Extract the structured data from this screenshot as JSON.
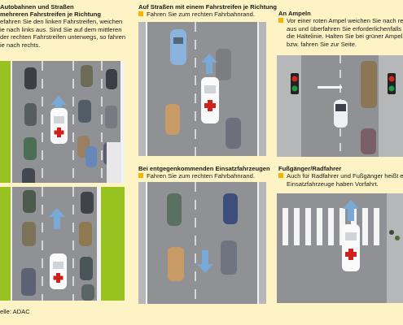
{
  "col1": {
    "heading": [
      "Autobahnen und Straßen",
      "mehreren Fahrstreifen je Richtung"
    ],
    "text": [
      "efahren Sie den linken Fahrstreifen, weichen",
      "ie nach links aus. Sind Sie auf dem mittleren",
      "der rechten Fahrstreifen unterwegs, so fahren",
      "ie nach rechts."
    ]
  },
  "col2": {
    "top": {
      "heading": "Auf Straßen mit einem Fahrstreifen je Richtung",
      "bullet": "Fahren Sie zum rechten Fahrbahnrand."
    },
    "bottom": {
      "heading": "Bei entgegenkommenden Einsatzfahrzeugen",
      "bullet": "Fahren Sie zum rechten Fahrbahnrand."
    }
  },
  "col3": {
    "top": {
      "heading": "An Ampeln",
      "lines": [
        "Vor einer roten Ampel weichen Sie nach rech",
        "aus und überfahren Sie erforderlichenfalls",
        "die Haltelinie. Halten Sie bei grüner Ampel an",
        "bzw. fahren Sie zur Seite."
      ]
    },
    "bottom": {
      "heading": "Fußgänger/Radfahrer",
      "lines": [
        "Auch für Radfahrer und Fußgänger heißt es:",
        "Einsatzfahrzeuge haben Vorfahrt."
      ]
    }
  },
  "source": "elle: ADAC",
  "colors": {
    "accent": "#f3b600",
    "background": "#fdf3c4",
    "road": "#8f9194",
    "grass": "#98c21f",
    "arrow": "#79a9d6"
  }
}
